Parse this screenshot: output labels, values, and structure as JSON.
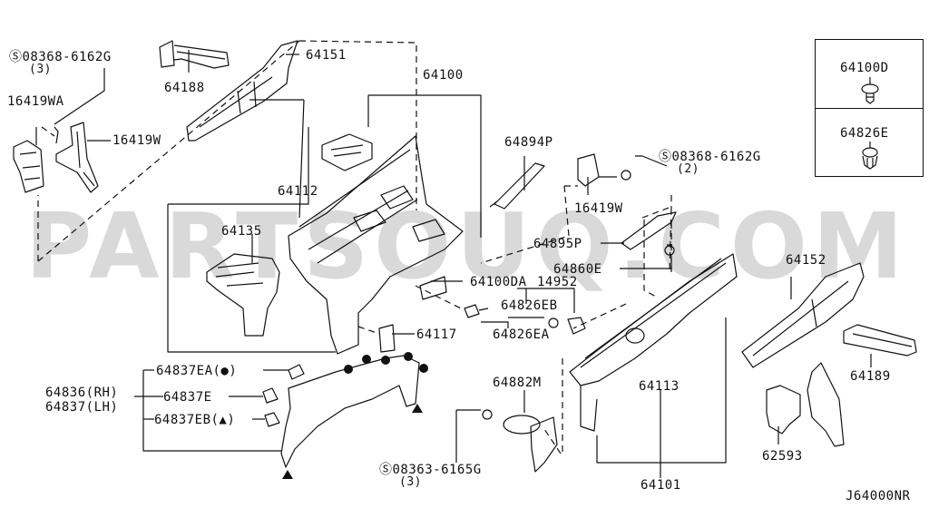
{
  "diagram": {
    "title_code": "J64000NR",
    "watermark": "PARTSOUQ.COM",
    "legend": [
      {
        "part": "64100D",
        "icon": "clip-icon"
      },
      {
        "part": "64826E",
        "icon": "clip-icon"
      }
    ],
    "labels": {
      "screw_top_left": "Ⓢ08368-6162G",
      "screw_top_left_qty": "(3)",
      "p16419WA": "16419WA",
      "p16419W_left": "16419W",
      "p64188": "64188",
      "p64151": "64151",
      "p64100": "64100",
      "p64112": "64112",
      "p64135": "64135",
      "p64894P": "64894P",
      "screw_right": "Ⓢ08368-6162G",
      "screw_right_qty": "(2)",
      "p16419W_right": "16419W",
      "p64895P": "64895P",
      "p64860E": "64860E",
      "p64100DA": "64100DA",
      "p14952": "14952",
      "p64826EB": "64826EB",
      "p64826EA": "64826EA",
      "p64117": "64117",
      "p64152": "64152",
      "p64189": "64189",
      "p64837EA": "64837EA(●)",
      "p64836": "64836(RH)",
      "p64837": "64837(LH)",
      "p64837E": "64837E",
      "p64837EB": "64837EB(▲)",
      "p64882M": "64882M",
      "screw_bottom": "Ⓢ08363-6165G",
      "screw_bottom_qty": "(3)",
      "p64113": "64113",
      "p64101": "64101",
      "p62593": "62593"
    }
  }
}
